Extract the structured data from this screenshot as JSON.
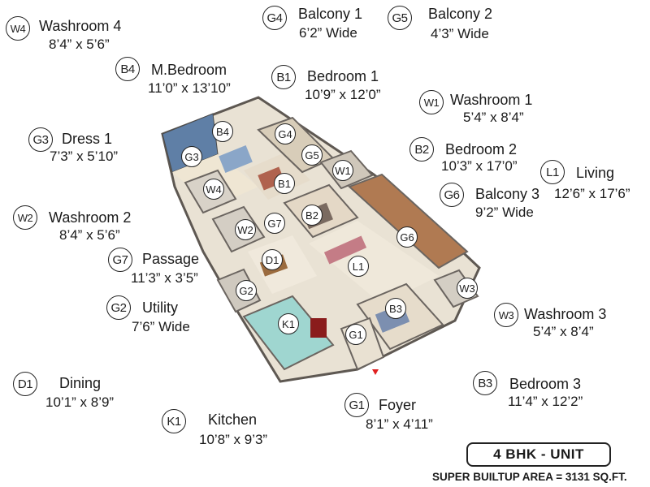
{
  "rooms": [
    {
      "code": "W4",
      "name": "Washroom 4",
      "dim": "8’4” x 5’6”"
    },
    {
      "code": "G4",
      "name": "Balcony 1",
      "dim": "6’2” Wide"
    },
    {
      "code": "G5",
      "name": "Balcony 2",
      "dim": "4’3” Wide"
    },
    {
      "code": "B4",
      "name": "M.Bedroom",
      "dim": "11’0” x 13’10”"
    },
    {
      "code": "B1",
      "name": "Bedroom 1",
      "dim": "10’9” x 12’0”"
    },
    {
      "code": "W1",
      "name": "Washroom 1",
      "dim": "5’4” x 8’4”"
    },
    {
      "code": "G3",
      "name": "Dress 1",
      "dim": "7’3” x 5’10”"
    },
    {
      "code": "B2",
      "name": "Bedroom 2",
      "dim": "10’3” x 17’0”"
    },
    {
      "code": "L1",
      "name": "Living",
      "dim": "12’6” x 17’6”"
    },
    {
      "code": "G6",
      "name": "Balcony 3",
      "dim": "9’2” Wide"
    },
    {
      "code": "W2",
      "name": "Washroom 2",
      "dim": "8’4” x 5’6”"
    },
    {
      "code": "G7",
      "name": "Passage",
      "dim": "11’3” x 3’5”"
    },
    {
      "code": "G2",
      "name": "Utility",
      "dim": "7’6” Wide"
    },
    {
      "code": "W3",
      "name": "Washroom 3",
      "dim": "5’4” x 8’4”"
    },
    {
      "code": "D1",
      "name": "Dining",
      "dim": "10’1” x 8’9”"
    },
    {
      "code": "B3",
      "name": "Bedroom 3",
      "dim": "11’4” x 12’2”"
    },
    {
      "code": "G1",
      "name": "Foyer",
      "dim": "8’1” x 4’11”"
    },
    {
      "code": "K1",
      "name": "Kitchen",
      "dim": "10’8” x 9’3”"
    }
  ],
  "plan_pins": [
    "B4",
    "G4",
    "G3",
    "G5",
    "W1",
    "B1",
    "W4",
    "B2",
    "G7",
    "W2",
    "G6",
    "D1",
    "L1",
    "G2",
    "W3",
    "B3",
    "K1",
    "G1"
  ],
  "unit_label": "4 BHK - UNIT",
  "area_label": "SUPER BUILTUP AREA = 3131 SQ.FT.",
  "colors": {
    "floor": "#efe7d8",
    "wall": "#6b6560",
    "balcony_deck": "#b07a52",
    "glass": "#9fd6d0",
    "accent_wall": "#5f7fa6"
  }
}
